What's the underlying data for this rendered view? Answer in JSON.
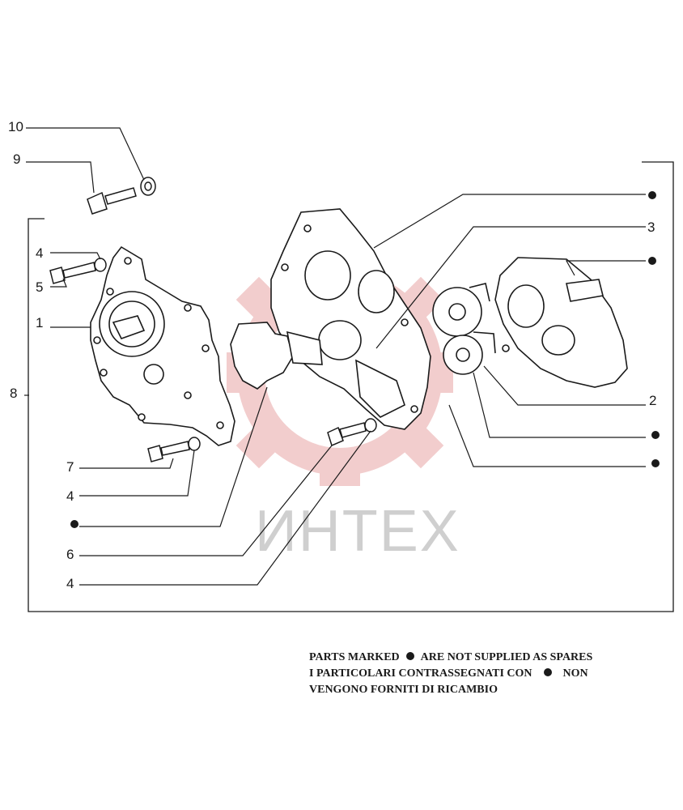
{
  "watermark": {
    "text": "ИНТЕХ",
    "color": "#e8a6a6"
  },
  "callouts": {
    "c10": "10",
    "c9": "9",
    "c4a": "4",
    "c5": "5",
    "c1": "1",
    "c8": "8",
    "c7": "7",
    "c4b": "4",
    "c6": "6",
    "c4c": "4",
    "c3": "3",
    "c2": "2"
  },
  "legend": {
    "line1_a": "PARTS MARKED",
    "line1_b": "ARE NOT SUPPLIED AS SPARES",
    "line2_a": "I PARTICOLARI CONTRASSEGNATI CON",
    "line2_b": "NON",
    "line3": "VENGONO FORNITI DI RICAMBIO"
  },
  "colors": {
    "ink": "#1a1a1a",
    "accent": "#e8a6a6"
  }
}
